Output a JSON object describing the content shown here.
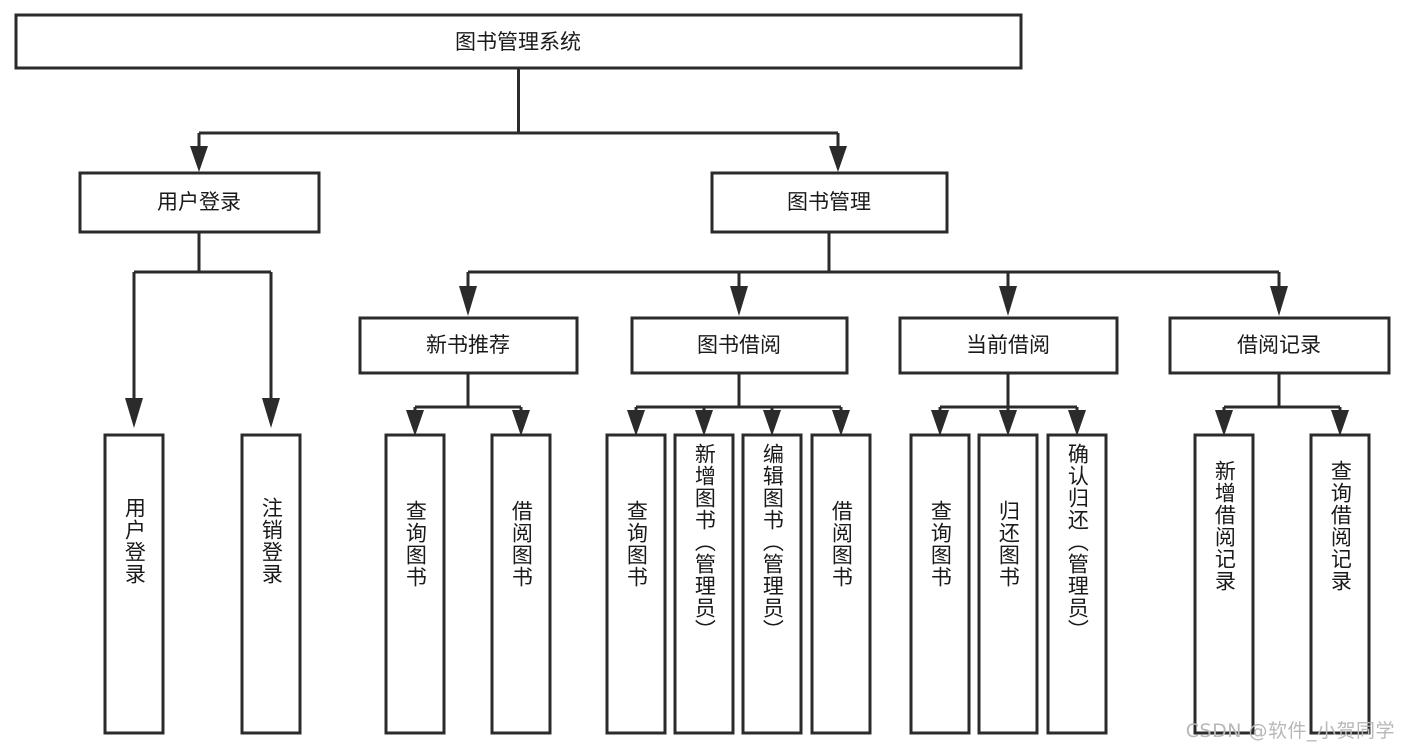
{
  "diagram": {
    "type": "tree",
    "title": "图书管理系统",
    "orientation": "top-down",
    "root": {
      "id": "root",
      "label": "图书管理系统"
    },
    "level2": [
      {
        "id": "user-login",
        "label": "用户登录"
      },
      {
        "id": "book-management",
        "label": "图书管理"
      }
    ],
    "level3": [
      {
        "id": "new-book-recommend",
        "label": "新书推荐",
        "parent": "book-management"
      },
      {
        "id": "book-borrow",
        "label": "图书借阅",
        "parent": "book-management"
      },
      {
        "id": "current-borrow",
        "label": "当前借阅",
        "parent": "book-management"
      },
      {
        "id": "borrow-record",
        "label": "借阅记录",
        "parent": "book-management"
      }
    ],
    "leaves": [
      {
        "id": "leaf-user-login",
        "label": "用户登录",
        "parent": "user-login"
      },
      {
        "id": "leaf-logout-login",
        "label": "注销登录",
        "parent": "user-login"
      },
      {
        "id": "leaf-query-book-1",
        "label": "查询图书",
        "parent": "new-book-recommend"
      },
      {
        "id": "leaf-borrow-book-1",
        "label": "借阅图书",
        "parent": "new-book-recommend"
      },
      {
        "id": "leaf-query-book-2",
        "label": "查询图书",
        "parent": "book-borrow"
      },
      {
        "id": "leaf-add-book",
        "label": "新增图书（管理员）",
        "parent": "book-borrow"
      },
      {
        "id": "leaf-edit-book",
        "label": "编辑图书（管理员）",
        "parent": "book-borrow"
      },
      {
        "id": "leaf-borrow-book-2",
        "label": "借阅图书",
        "parent": "book-borrow"
      },
      {
        "id": "leaf-query-book-3",
        "label": "查询图书",
        "parent": "current-borrow"
      },
      {
        "id": "leaf-return-book",
        "label": "归还图书",
        "parent": "current-borrow"
      },
      {
        "id": "leaf-confirm-return",
        "label": "确认归还（管理员）",
        "parent": "current-borrow"
      },
      {
        "id": "leaf-add-record",
        "label": "新增借阅记录",
        "parent": "borrow-record"
      },
      {
        "id": "leaf-query-record",
        "label": "查询借阅记录",
        "parent": "borrow-record"
      }
    ],
    "colors": {
      "background": "#ffffff",
      "box_fill": "#ffffff",
      "box_stroke": "#2b2b2b",
      "text": "#1a1a1a",
      "watermark": "#b8b8b8"
    }
  },
  "watermark": {
    "text": "CSDN @软件_小贺同学"
  }
}
